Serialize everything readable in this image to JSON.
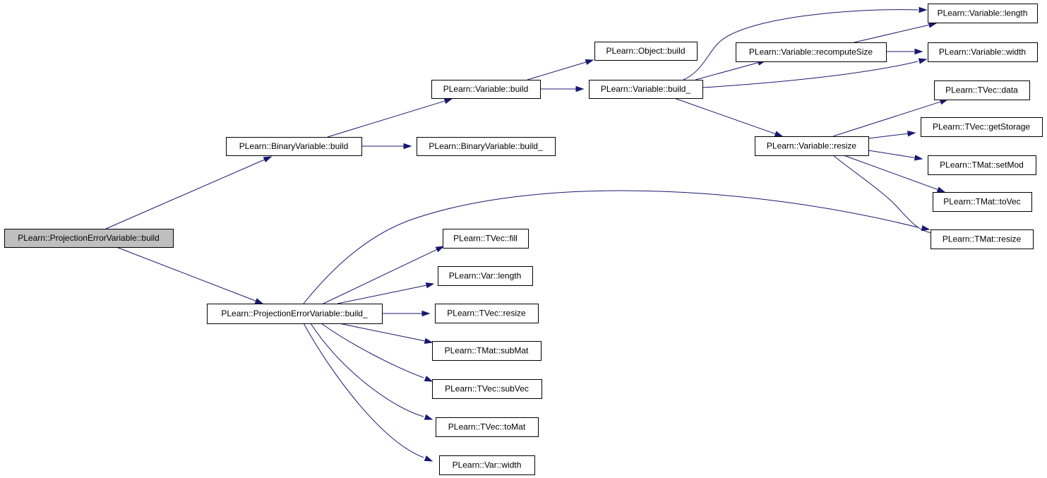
{
  "diagram": {
    "type": "call-graph",
    "colors": {
      "edge": "#191970",
      "node_border": "#000000",
      "root_fill": "#bfbfbf",
      "node_fill": "#ffffff"
    },
    "nodes": [
      {
        "id": "n0",
        "label": "PLearn::ProjectionErrorVariable::build",
        "root": true
      },
      {
        "id": "n1",
        "label": "PLearn::BinaryVariable::build"
      },
      {
        "id": "n2",
        "label": "PLearn::BinaryVariable::build_"
      },
      {
        "id": "n3",
        "label": "PLearn::Variable::build"
      },
      {
        "id": "n4",
        "label": "PLearn::Object::build"
      },
      {
        "id": "n5",
        "label": "PLearn::Variable::build_"
      },
      {
        "id": "n6",
        "label": "PLearn::Variable::recomputeSize"
      },
      {
        "id": "n7",
        "label": "PLearn::Variable::length"
      },
      {
        "id": "n8",
        "label": "PLearn::Variable::width"
      },
      {
        "id": "n9",
        "label": "PLearn::Variable::resize"
      },
      {
        "id": "n10",
        "label": "PLearn::TVec::data"
      },
      {
        "id": "n11",
        "label": "PLearn::TVec::getStorage"
      },
      {
        "id": "n12",
        "label": "PLearn::TMat::setMod"
      },
      {
        "id": "n13",
        "label": "PLearn::TMat::toVec"
      },
      {
        "id": "n14",
        "label": "PLearn::TMat::resize"
      },
      {
        "id": "n15",
        "label": "PLearn::ProjectionErrorVariable::build_"
      },
      {
        "id": "n16",
        "label": "PLearn::TVec::fill"
      },
      {
        "id": "n17",
        "label": "PLearn::Var::length"
      },
      {
        "id": "n18",
        "label": "PLearn::TVec::resize"
      },
      {
        "id": "n19",
        "label": "PLearn::TMat::subMat"
      },
      {
        "id": "n20",
        "label": "PLearn::TVec::subVec"
      },
      {
        "id": "n21",
        "label": "PLearn::TVec::toMat"
      },
      {
        "id": "n22",
        "label": "PLearn::Var::width"
      }
    ],
    "edges": [
      {
        "from": "n0",
        "to": "n1"
      },
      {
        "from": "n0",
        "to": "n15"
      },
      {
        "from": "n1",
        "to": "n3"
      },
      {
        "from": "n1",
        "to": "n2"
      },
      {
        "from": "n3",
        "to": "n4"
      },
      {
        "from": "n3",
        "to": "n5"
      },
      {
        "from": "n5",
        "to": "n7"
      },
      {
        "from": "n5",
        "to": "n6"
      },
      {
        "from": "n5",
        "to": "n8"
      },
      {
        "from": "n5",
        "to": "n9"
      },
      {
        "from": "n6",
        "to": "n7"
      },
      {
        "from": "n6",
        "to": "n8"
      },
      {
        "from": "n9",
        "to": "n10"
      },
      {
        "from": "n9",
        "to": "n11"
      },
      {
        "from": "n9",
        "to": "n12"
      },
      {
        "from": "n9",
        "to": "n13"
      },
      {
        "from": "n9",
        "to": "n14"
      },
      {
        "from": "n15",
        "to": "n14"
      },
      {
        "from": "n15",
        "to": "n16"
      },
      {
        "from": "n15",
        "to": "n17"
      },
      {
        "from": "n15",
        "to": "n18"
      },
      {
        "from": "n15",
        "to": "n19"
      },
      {
        "from": "n15",
        "to": "n20"
      },
      {
        "from": "n15",
        "to": "n21"
      },
      {
        "from": "n15",
        "to": "n22"
      }
    ]
  }
}
